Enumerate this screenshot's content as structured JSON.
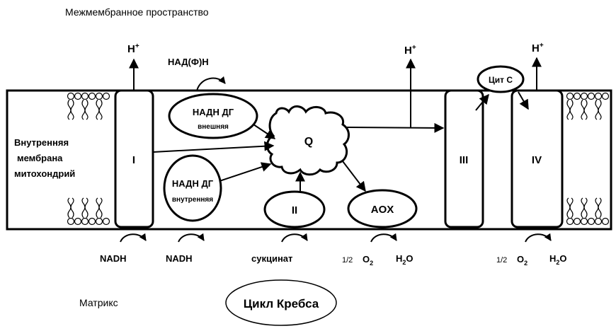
{
  "labels": {
    "intermembrane_space": "Межмембранное пространство",
    "matrix": "Матрикс",
    "membrane_line1": "Внутренняя",
    "membrane_line2": "мембрана",
    "membrane_line3": "митохондрий"
  },
  "complexes": {
    "c1": "I",
    "c2": "II",
    "c3": "III",
    "c4": "IV",
    "q": "Q",
    "aox": "AOX",
    "cyt_c": "Цит С",
    "nadh_dg_ext_line1": "НАДН ДГ",
    "nadh_dg_ext_line2": "внешняя",
    "nadh_dg_int_line1": "НАДН ДГ",
    "nadh_dg_int_line2": "внутренняя"
  },
  "substrates": {
    "nadph": "НАД(Ф)Н",
    "nadh_1": "NADH",
    "nadh_2": "NADH",
    "succinate": "сукцинат",
    "half_1": "1/2",
    "o2_1": "O",
    "o2_1_sub": "2",
    "h2o_1_h": "H",
    "h2o_1_sub": "2",
    "h2o_1_o": "O",
    "half_2": "1/2",
    "o2_2": "O",
    "o2_2_sub": "2",
    "h2o_2_h": "H",
    "h2o_2_sub": "2",
    "h2o_2_o": "O",
    "krebs": "Цикл Кребса"
  },
  "protons": {
    "h1": "H",
    "h1_sup": "+",
    "h2": "H",
    "h2_sup": "+",
    "h3": "H",
    "h3_sup": "+"
  }
}
